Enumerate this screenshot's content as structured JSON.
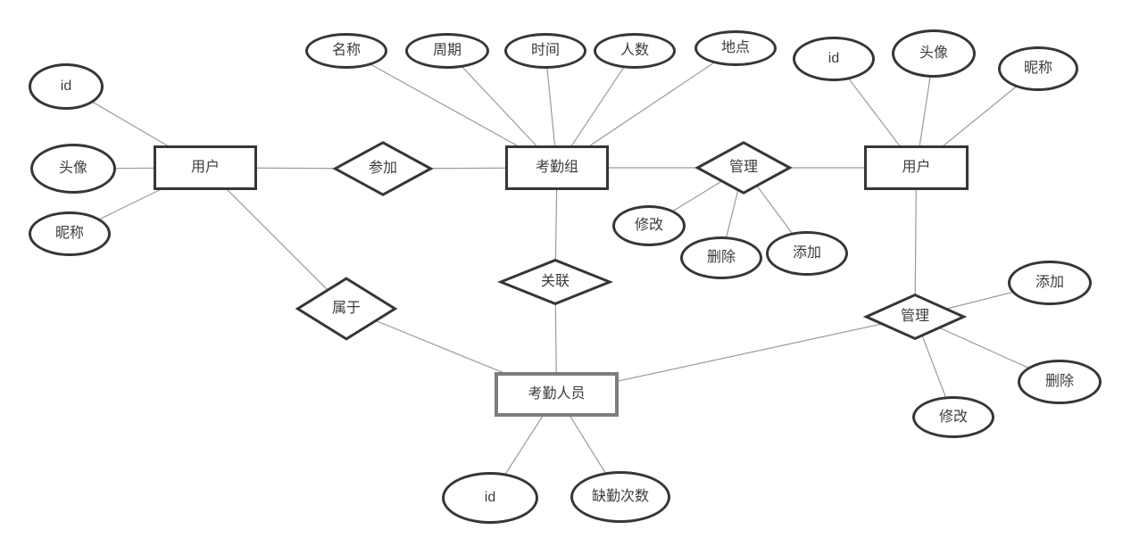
{
  "diagram": {
    "kind": "entity-relationship",
    "nodes": {
      "user_left": {
        "type": "entity",
        "label": "用户"
      },
      "group": {
        "type": "entity",
        "label": "考勤组"
      },
      "user_right": {
        "type": "entity",
        "label": "用户"
      },
      "member": {
        "type": "entity",
        "label": "考勤人员"
      },
      "join": {
        "type": "relationship",
        "label": "参加"
      },
      "manage_mid": {
        "type": "relationship",
        "label": "管理"
      },
      "associate": {
        "type": "relationship",
        "label": "关联"
      },
      "belong": {
        "type": "relationship",
        "label": "属于"
      },
      "manage_right": {
        "type": "relationship",
        "label": "管理"
      },
      "id_left": {
        "type": "attribute",
        "label": "id"
      },
      "avatar_left": {
        "type": "attribute",
        "label": "头像"
      },
      "nickname_left": {
        "type": "attribute",
        "label": "昵称"
      },
      "name": {
        "type": "attribute",
        "label": "名称"
      },
      "cycle": {
        "type": "attribute",
        "label": "周期"
      },
      "time": {
        "type": "attribute",
        "label": "时间"
      },
      "headcount": {
        "type": "attribute",
        "label": "人数"
      },
      "location": {
        "type": "attribute",
        "label": "地点"
      },
      "id_right": {
        "type": "attribute",
        "label": "id"
      },
      "avatar_right": {
        "type": "attribute",
        "label": "头像"
      },
      "nickname_right": {
        "type": "attribute",
        "label": "昵称"
      },
      "modify_mid": {
        "type": "attribute",
        "label": "修改"
      },
      "delete_mid": {
        "type": "attribute",
        "label": "删除"
      },
      "add_mid": {
        "type": "attribute",
        "label": "添加"
      },
      "add_right": {
        "type": "attribute",
        "label": "添加"
      },
      "delete_right": {
        "type": "attribute",
        "label": "删除"
      },
      "modify_right": {
        "type": "attribute",
        "label": "修改"
      },
      "id_member": {
        "type": "attribute",
        "label": "id"
      },
      "absence_count": {
        "type": "attribute",
        "label": "缺勤次数"
      }
    },
    "edges": [
      {
        "from": "id_left",
        "to": "user_left"
      },
      {
        "from": "avatar_left",
        "to": "user_left"
      },
      {
        "from": "nickname_left",
        "to": "user_left"
      },
      {
        "from": "user_left",
        "to": "join"
      },
      {
        "from": "join",
        "to": "group"
      },
      {
        "from": "name",
        "to": "group"
      },
      {
        "from": "cycle",
        "to": "group"
      },
      {
        "from": "time",
        "to": "group"
      },
      {
        "from": "headcount",
        "to": "group"
      },
      {
        "from": "location",
        "to": "group"
      },
      {
        "from": "group",
        "to": "manage_mid"
      },
      {
        "from": "manage_mid",
        "to": "user_right"
      },
      {
        "from": "manage_mid",
        "to": "modify_mid"
      },
      {
        "from": "manage_mid",
        "to": "delete_mid"
      },
      {
        "from": "manage_mid",
        "to": "add_mid"
      },
      {
        "from": "id_right",
        "to": "user_right"
      },
      {
        "from": "avatar_right",
        "to": "user_right"
      },
      {
        "from": "nickname_right",
        "to": "user_right"
      },
      {
        "from": "group",
        "to": "associate"
      },
      {
        "from": "associate",
        "to": "member"
      },
      {
        "from": "user_left",
        "to": "belong"
      },
      {
        "from": "belong",
        "to": "member"
      },
      {
        "from": "user_right",
        "to": "manage_right"
      },
      {
        "from": "manage_right",
        "to": "member"
      },
      {
        "from": "manage_right",
        "to": "add_right"
      },
      {
        "from": "manage_right",
        "to": "delete_right"
      },
      {
        "from": "manage_right",
        "to": "modify_right"
      },
      {
        "from": "member",
        "to": "id_member"
      },
      {
        "from": "member",
        "to": "absence_count"
      }
    ],
    "colors": {
      "shape_border": "#363636",
      "member_border": "#7d7d7d",
      "connector": "#9b9b9b",
      "text": "#3c3c3c",
      "background": "#ffffff"
    }
  }
}
